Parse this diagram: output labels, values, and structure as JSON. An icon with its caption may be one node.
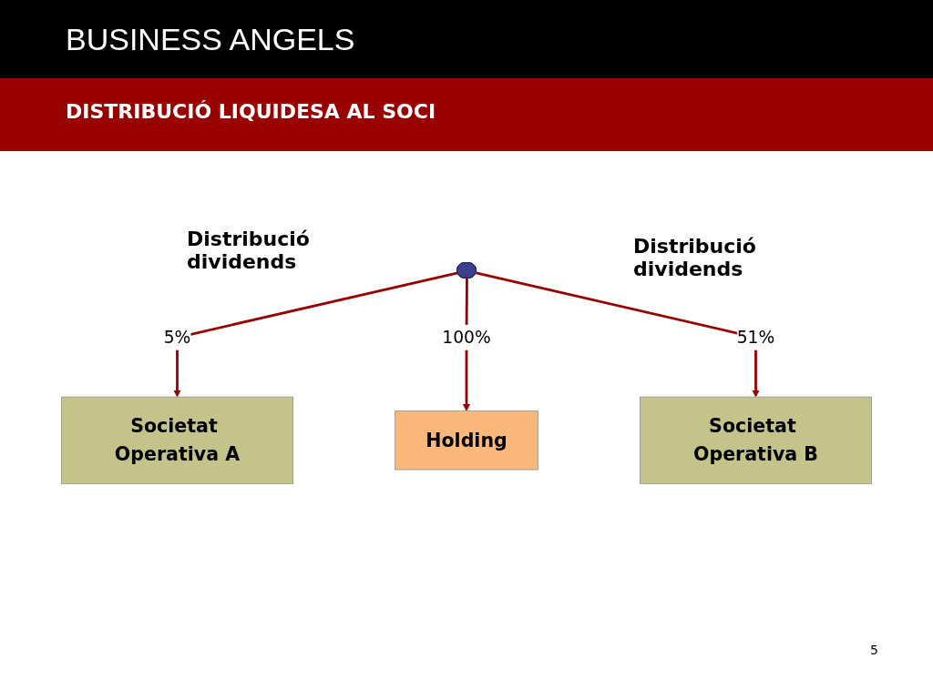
{
  "diagram": {
    "title": "BUSINESS ANGELS",
    "nodes": [
      {
        "text": [],
        "shape": "person"
      },
      {
        "text": [
          "Societat Operativa A"
        ]
      },
      {
        "text": [
          "Holding"
        ]
      },
      {
        "text": [
          "Societat Operativa B"
        ]
      }
    ],
    "edges": [
      {
        "from": 0,
        "to": 1,
        "arrow": "to",
        "label": "5%"
      },
      {
        "from": 0,
        "to": 2,
        "arrow": "to",
        "label": "100%"
      },
      {
        "from": 0,
        "to": 3,
        "arrow": "to",
        "label": "51%"
      }
    ],
    "labels": [
      "DISTRIBUCIÓ LIQUIDESA AL SOCI",
      "Distribució dividends",
      "Distribució dividends",
      "5"
    ]
  }
}
